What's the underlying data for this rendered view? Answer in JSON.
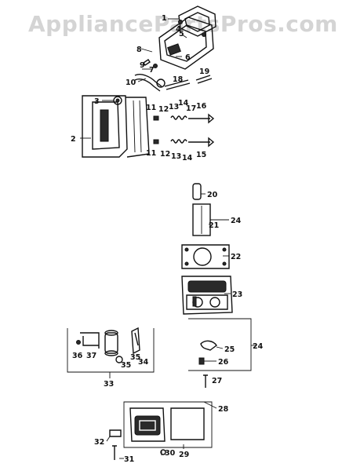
{
  "watermark": "AppliancePartsPros.com",
  "callouts": [
    "1",
    "2",
    "3",
    "4",
    "5",
    "6",
    "7",
    "8",
    "9",
    "10",
    "11",
    "12",
    "13",
    "14",
    "15",
    "16",
    "17",
    "18",
    "19",
    "20",
    "21",
    "22",
    "23",
    "24",
    "25",
    "26",
    "27",
    "28",
    "29",
    "30",
    "31",
    "32",
    "33",
    "34",
    "35",
    "36",
    "37"
  ]
}
